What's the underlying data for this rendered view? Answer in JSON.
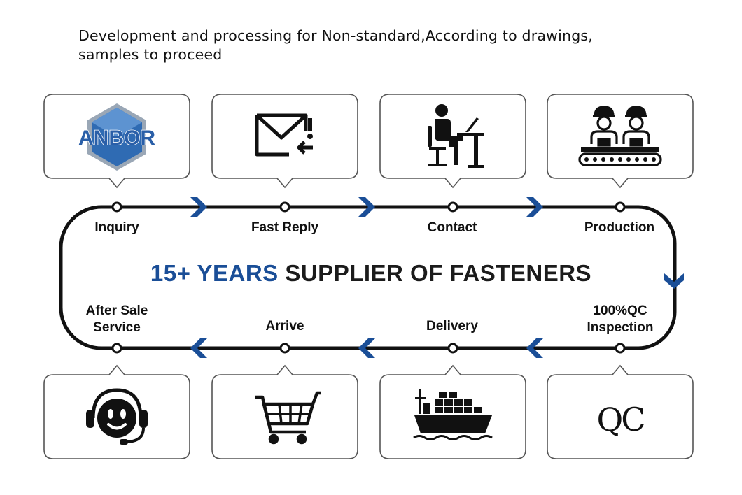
{
  "intro": {
    "line1": "Development and processing for Non-standard,According to drawings,",
    "line2": "samples to proceed"
  },
  "headline": {
    "highlight": "15+ YEARS",
    "rest": "SUPPLIER OF FASTENERS"
  },
  "colors": {
    "accent_blue": "#1a4e97",
    "line": "#111111",
    "box_border": "#555555"
  },
  "top_stages": [
    {
      "label": "Inquiry",
      "icon": "anbor-logo",
      "logo_text": "ANBOR"
    },
    {
      "label": "Fast Reply",
      "icon": "envelope-reply-icon"
    },
    {
      "label": "Contact",
      "icon": "person-at-desk-icon"
    },
    {
      "label": "Production",
      "icon": "workers-conveyor-icon"
    }
  ],
  "bottom_stages": [
    {
      "label_line1": "After Sale",
      "label_line2": "Service",
      "icon": "headset-support-icon"
    },
    {
      "label_line1": "Arrive",
      "label_line2": "",
      "icon": "shopping-cart-icon"
    },
    {
      "label_line1": "Delivery",
      "label_line2": "",
      "icon": "cargo-ship-icon"
    },
    {
      "label_line1": "100%QC",
      "label_line2": "Inspection",
      "icon": "qc-icon",
      "icon_text": "QC"
    }
  ]
}
